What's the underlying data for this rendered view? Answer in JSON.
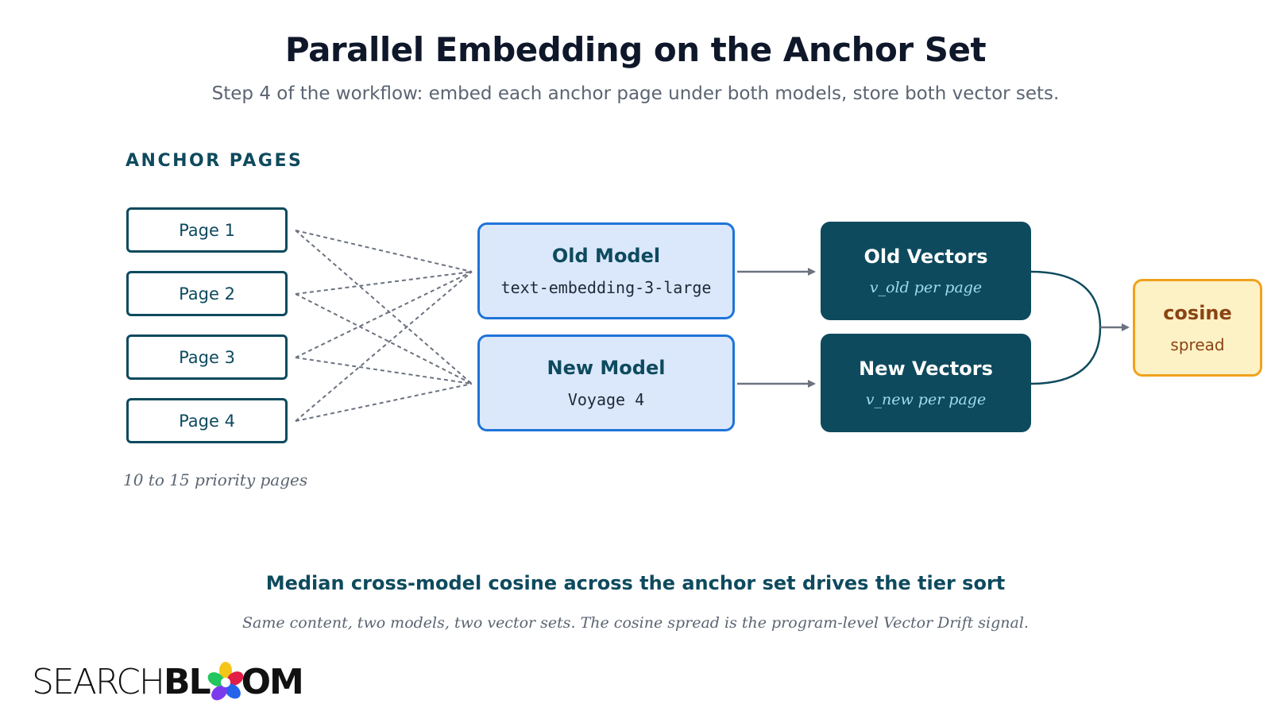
{
  "header": {
    "title": "Parallel Embedding on the Anchor Set",
    "subtitle": "Step 4 of the workflow: embed each anchor page under both models, store both vector sets."
  },
  "anchors": {
    "section_label": "ANCHOR PAGES",
    "pages": [
      "Page 1",
      "Page 2",
      "Page 3",
      "Page 4"
    ],
    "note": "10 to 15 priority pages"
  },
  "models": {
    "old": {
      "name": "Old Model",
      "id": "text-embedding-3-large"
    },
    "new": {
      "name": "New Model",
      "id": "Voyage 4"
    }
  },
  "vectors": {
    "old": {
      "name": "Old Vectors",
      "sub": "v_old per page"
    },
    "new": {
      "name": "New Vectors",
      "sub": "v_new per page"
    }
  },
  "cosine": {
    "name": "cosine",
    "sub": "spread"
  },
  "footer": {
    "headline": "Median cross-model cosine across the anchor set drives the tier sort",
    "caption": "Same content, two models, two vector sets. The cosine spread is the program-level Vector Drift signal."
  },
  "brand": {
    "part1": "SEARCH",
    "part2": "BL",
    "part3": "OM"
  },
  "colors": {
    "navy": "#0e4a5e",
    "model_fill": "#dbe8fc",
    "model_border": "#1f74d8",
    "cosine_fill": "#fdf1c6",
    "cosine_border": "#f0a21c",
    "connector_gray": "#6b7280"
  }
}
